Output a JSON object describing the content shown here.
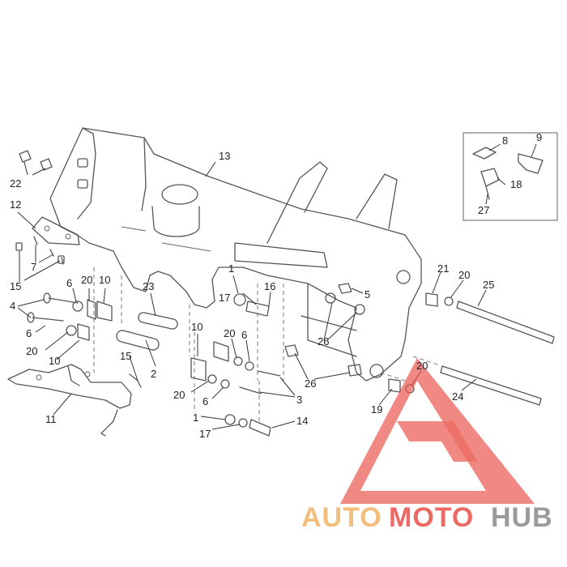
{
  "callouts": {
    "c1a": "1",
    "c1b": "1",
    "c2": "2",
    "c3": "3",
    "c4": "4",
    "c5": "5",
    "c6a": "6",
    "c6b": "6",
    "c6c": "6",
    "c6d": "6",
    "c7": "7",
    "c8": "8",
    "c9": "9",
    "c10a": "10",
    "c10b": "10",
    "c10c": "10",
    "c11": "11",
    "c12": "12",
    "c13": "13",
    "c14": "14",
    "c15a": "15",
    "c15b": "15",
    "c16": "16",
    "c17a": "17",
    "c17b": "17",
    "c18": "18",
    "c19": "19",
    "c20a": "20",
    "c20b": "20",
    "c20c": "20",
    "c20d": "20",
    "c20e": "20",
    "c20f": "20",
    "c21": "21",
    "c22": "22",
    "c23": "23",
    "c24": "24",
    "c25": "25",
    "c26a": "26",
    "c26b": "26",
    "c27": "27"
  },
  "watermark": {
    "part1": "AUTO",
    "part2": "MOTO",
    "part3": "HUB",
    "color_red": "#e8524a",
    "color_orange": "#f2b366",
    "color_gray": "#8a8a8a"
  }
}
